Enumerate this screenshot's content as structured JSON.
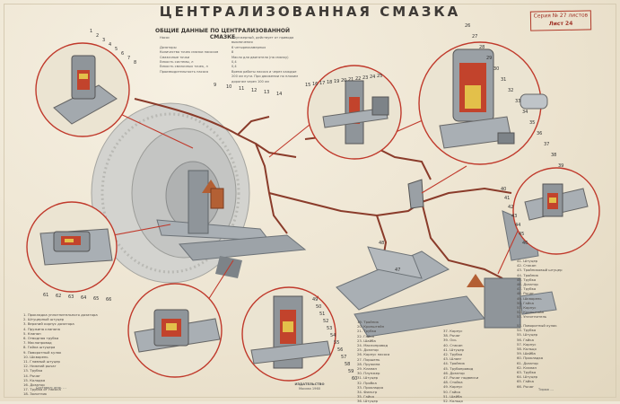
{
  "title": "ЦЕНТРАЛИЗОВАННАЯ СМАЗКА",
  "stamp": {
    "line1": "Серия № 27 листов",
    "line2": "Лист 24"
  },
  "general_data": {
    "title": "ОБЩИЕ ДАННЫЕ ПО ЦЕНТРАЛИЗОВАННОЙ СМАЗКЕ",
    "rows": [
      [
        "Насос",
        "Плунжерный, действует от привода выключения"
      ],
      [
        "Дозаторы",
        "6 четырехкамерных"
      ],
      [
        "Количество точек смазки насосом",
        "8"
      ],
      [
        "Смазочные точки",
        "Масло для двигателя (на смазку)"
      ],
      [
        "Емкость системы, л",
        "0,4"
      ],
      [
        "Емкость смазочных точек, л",
        "0,4"
      ],
      [
        "Производительность насоса",
        "Время работы насоса и через каждые 200 км пути. При движении по плохим дорогам через 100 км"
      ]
    ]
  },
  "callouts": {
    "left_top": [
      "1",
      "2",
      "3",
      "4",
      "5",
      "6",
      "7",
      "8"
    ],
    "tire_area": [
      "9",
      "10",
      "11",
      "12",
      "13",
      "14"
    ],
    "center_top": [
      "15",
      "16",
      "17",
      "18",
      "19",
      "20",
      "21",
      "22",
      "23",
      "24",
      "25"
    ],
    "right_top": [
      "26",
      "27",
      "28",
      "29",
      "30",
      "31",
      "32",
      "33",
      "34",
      "35",
      "36",
      "37",
      "38",
      "39"
    ],
    "right_mid": [
      "40",
      "41",
      "42",
      "43",
      "44",
      "45",
      "46"
    ],
    "center_low": [
      "47",
      "48"
    ],
    "bottom_circle": [
      "49",
      "50",
      "51",
      "52",
      "53",
      "54",
      "55",
      "56",
      "57",
      "58",
      "59",
      "60"
    ],
    "left_low": [
      "61",
      "62",
      "63",
      "64",
      "65",
      "66"
    ]
  },
  "legend_left": [
    "1. Прокладка уплотнительного дозатора",
    "2. Штуцерный штуцер",
    "3. Верхний корпус дозатора",
    "4. Пружина клапана",
    "5. Клапан",
    "6. Отводная трубка",
    "7. Маслопровод",
    "8. Гайка штуцера",
    "9. Поворотный кулак",
    "10. Шкворень",
    "11. Главный штуцер",
    "12. Нижний рычаг",
    "13. Трубка",
    "14. Рычаг",
    "15. Колодка",
    "16. Дозатор",
    "17. Трубка от насоса",
    "18. Золотник"
  ],
  "legend_mid": [
    "19. Тройник",
    "20. Кронштейн",
    "21. Трубка",
    "22. Гайка",
    "23. Шайба",
    "24. Маслопровод",
    "25. Дозатор",
    "26. Корпус насоса",
    "27. Поршень",
    "28. Пружина",
    "29. Клапан",
    "30. Плунжер",
    "31. Штуцер",
    "32. Пробка",
    "33. Прокладка",
    "34. Фильтр",
    "35. Гайка",
    "36. Штуцер"
  ],
  "legend_mid2": [
    "37. Корпус",
    "38. Рычаг",
    "39. Ось",
    "40. Стакан",
    "41. Штуцер",
    "42. Трубка",
    "43. Шланг",
    "44. Тройник",
    "45. Трубопровод",
    "46. Дозатор",
    "47. Рычаг подвески",
    "48. Стойка",
    "49. Корпус",
    "50. Гайка",
    "51. Шайба",
    "52. Кольцо"
  ],
  "legend_right": [
    "41. Штуцер",
    "42. Стакан",
    "43. Тройниковый штуцер",
    "44. Тройник",
    "45. Трубка",
    "46. Дозатор",
    "47. Трубка",
    "48. Рычаг",
    "49. Шкворень",
    "50. Гайка",
    "51. Корпус",
    "52. Кронштейн",
    "53. Уплотнитель"
  ],
  "legend_right2": [
    "53. Поворотный кулак",
    "54. Трубка",
    "55. Штуцер",
    "56. Гайка",
    "57. Корпус",
    "58. Кольцо",
    "59. Шайба",
    "60. Прокладка",
    "61. Дозатор",
    "62. Клапан",
    "63. Трубка",
    "64. Штуцер",
    "65. Гайка",
    "66. Рычаг"
  ],
  "footer": {
    "left": "Составил: инж. ...",
    "center_line1": "ИЗДАТЕЛЬСТВО",
    "center_line2": "Москва 1960",
    "right": "Тираж ..."
  },
  "colors": {
    "red_line": "#c0392b",
    "oil_pipe": "#8a3b2a",
    "metal": "#8c949c",
    "dark": "#3b3836"
  }
}
